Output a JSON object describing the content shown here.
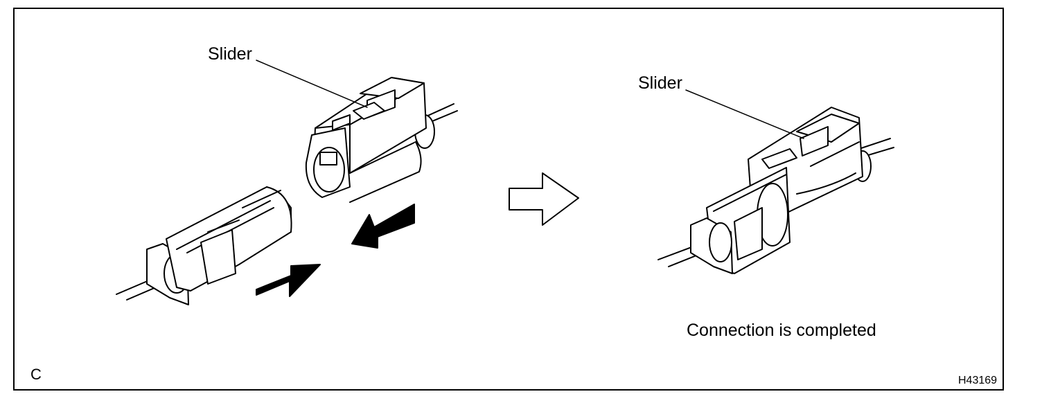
{
  "labels": {
    "slider_left": "Slider",
    "slider_right": "Slider",
    "caption": "Connection is completed",
    "panel_letter": "C",
    "figure_code": "H43169"
  }
}
